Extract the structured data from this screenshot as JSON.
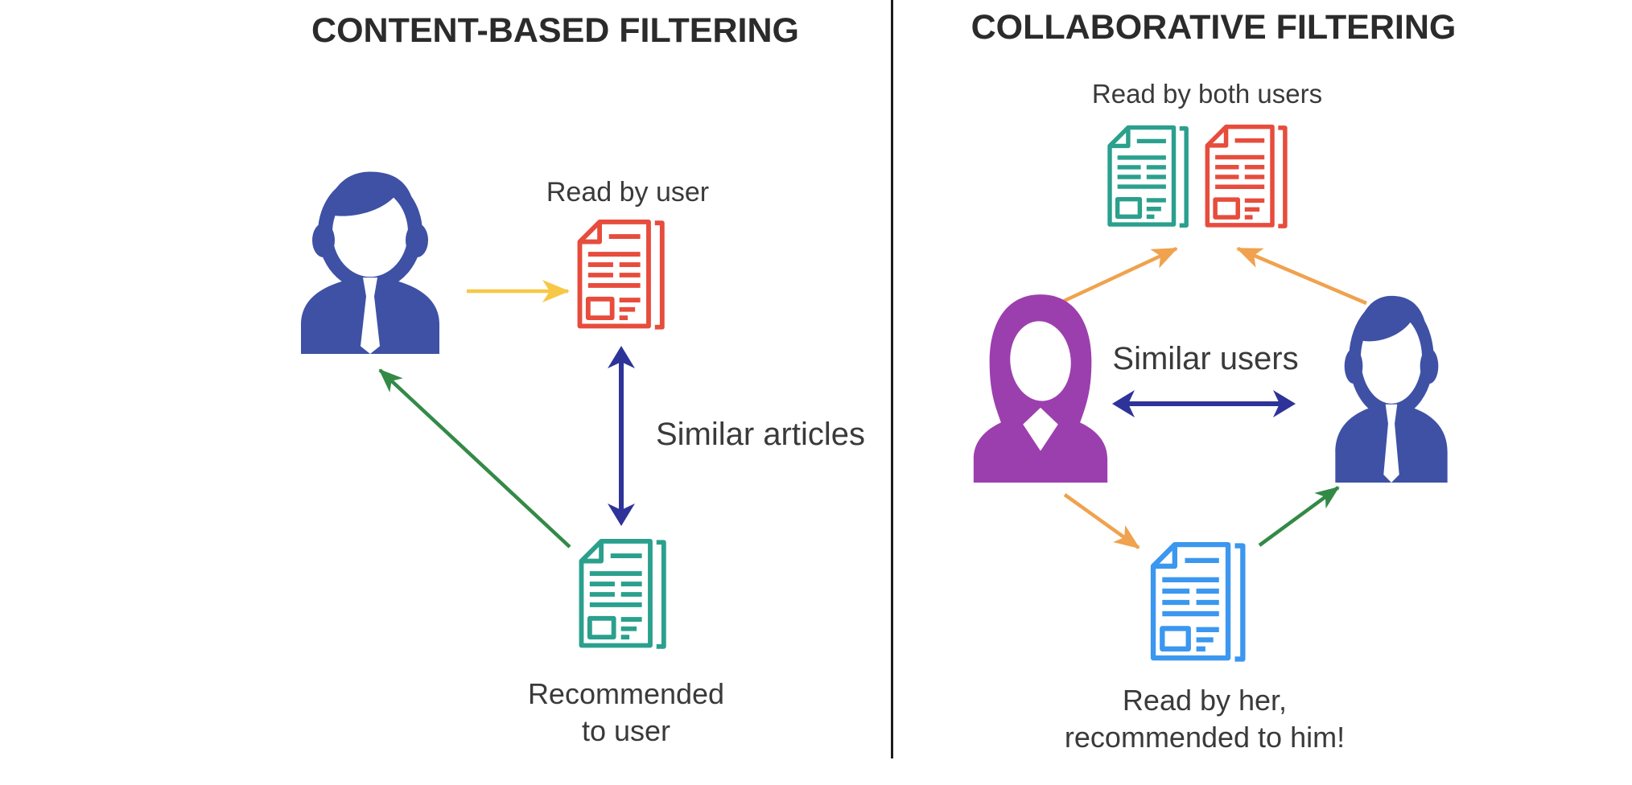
{
  "left_panel": {
    "title": "CONTENT-BASED FILTERING",
    "labels": {
      "read_by_user": "Read by user",
      "similar_articles": "Similar articles",
      "recommended_line1": "Recommended",
      "recommended_line2": "to user"
    },
    "icons": [
      "user-person-icon",
      "article-read-icon",
      "article-recommended-icon"
    ],
    "arrows": [
      "user-reads-article-arrow-yellow",
      "similar-articles-double-arrow-navy",
      "article-recommended-to-user-arrow-green"
    ]
  },
  "right_panel": {
    "title": "COLLABORATIVE FILTERING",
    "labels": {
      "read_by_both": "Read by both users",
      "similar_users": "Similar users",
      "read_by_her_line1": "Read by her,",
      "read_by_her_line2": "recommended to him!"
    },
    "icons": [
      "article-both-teal-icon",
      "article-both-red-icon",
      "woman-person-icon",
      "man-person-icon",
      "article-shared-blue-icon"
    ],
    "arrows": [
      "woman-reads-arrow-orange",
      "man-reads-arrow-orange",
      "similar-users-double-arrow-navy",
      "woman-reads-blue-article-arrow-orange",
      "blue-article-recommended-to-man-arrow-green"
    ]
  },
  "colors": {
    "person_blue": "#3f51a5",
    "person_purple": "#9c3fae",
    "doc_red": "#e74c3c",
    "doc_teal": "#2aa08d",
    "doc_blue": "#3b97ef",
    "arrow_yellow": "#f7c845",
    "arrow_orange": "#f0a24e",
    "arrow_green": "#338a47",
    "arrow_navy": "#2e3399",
    "divider": "#1c1c1c",
    "title_text": "#2b2b2b",
    "label_text": "#3a3a3a",
    "bg": "#ffffff"
  }
}
